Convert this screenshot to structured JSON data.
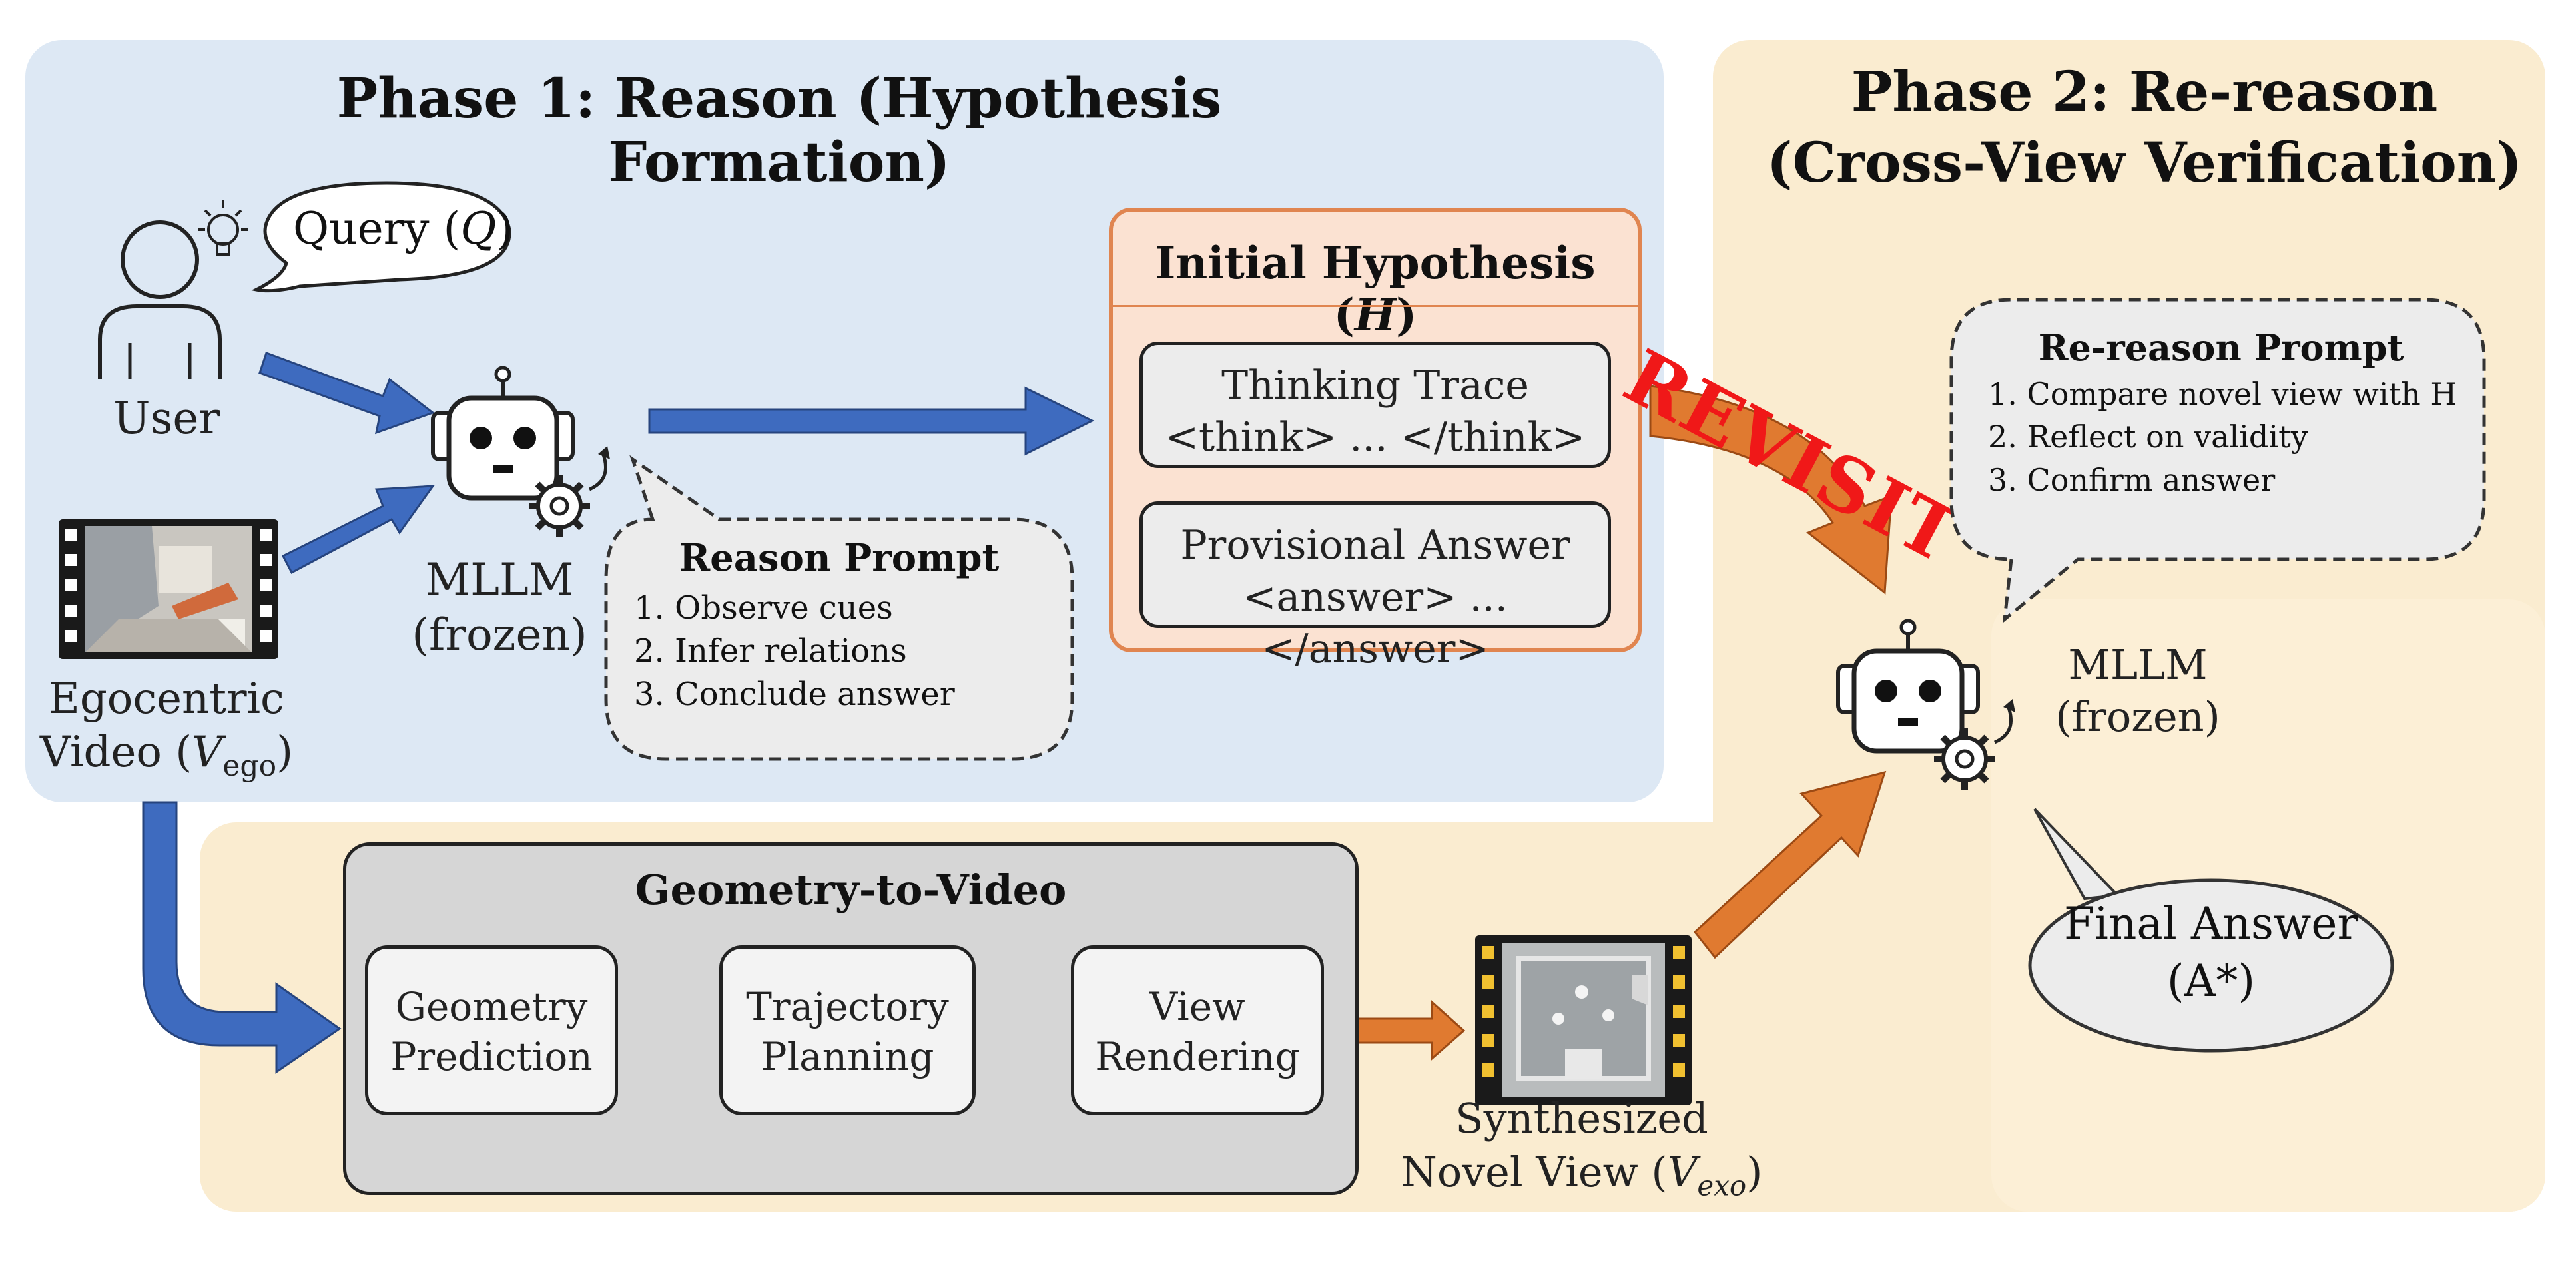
{
  "phase1": {
    "title": "Phase 1: Reason (Hypothesis Formation)"
  },
  "phase2": {
    "title_line1": "Phase 2: Re-reason",
    "title_line2": "(Cross-View Verification)"
  },
  "user": {
    "label": "User"
  },
  "query": {
    "text": "Query (",
    "var": "Q",
    "close": ")"
  },
  "video": {
    "label_line1": "Egocentric",
    "label_line2_prefix": "Video (",
    "var": "V",
    "sub": "ego",
    "close": ")"
  },
  "mllm1": {
    "line1": "MLLM",
    "line2": "(frozen)"
  },
  "mllm2": {
    "line1": "MLLM",
    "line2": "(frozen)"
  },
  "reason_prompt": {
    "title": "Reason Prompt",
    "items": [
      "1. Observe cues",
      "2. Infer relations",
      "3. Conclude answer"
    ]
  },
  "hypothesis": {
    "title": "Initial Hypothesis (",
    "var": "H",
    "close": ")",
    "trace_title": "Thinking Trace",
    "trace_body": "<think> ... </think>",
    "answer_title": "Provisional Answer",
    "answer_body": "<answer> ... </answer>"
  },
  "revisit": {
    "label": "REVISIT"
  },
  "rereason_prompt": {
    "title": "Re-reason Prompt",
    "items": [
      "1. Compare novel view with H",
      "2. Reflect on validity",
      "3. Confirm answer"
    ]
  },
  "g2v": {
    "title": "Geometry-to-Video",
    "steps": [
      {
        "line1": "Geometry",
        "line2": "Prediction"
      },
      {
        "line1": "Trajectory",
        "line2": "Planning"
      },
      {
        "line1": "View",
        "line2": "Rendering"
      }
    ]
  },
  "novel_view": {
    "line1": "Synthesized",
    "line2_prefix": "Novel View (",
    "var": "V",
    "sub": "exo",
    "close": ")"
  },
  "final_answer": {
    "line1": "Final Answer",
    "line2": "(A*)"
  },
  "colors": {
    "phase1_bg": "#dde8f4",
    "phase2_bg": "#faecd0",
    "blue_arrow": "#3e6bbf",
    "orange_arrow": "#e07a30",
    "revisit_red": "#f01818",
    "hyp_border": "#e08550",
    "hyp_bg": "#fbe2d2",
    "g2v_bg": "#d6d6d6"
  },
  "icons": [
    "user-icon",
    "lightbulb-icon",
    "robot-icon",
    "gear-icon",
    "film-icon"
  ]
}
